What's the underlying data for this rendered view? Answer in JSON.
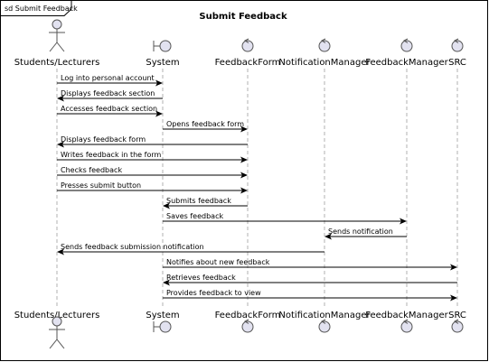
{
  "diagram": {
    "frame_label": "sd Submit Feedback",
    "title": "Submit Feedback",
    "colors": {
      "participant_fill": "#e2e2f0",
      "participant_stroke": "#555555",
      "lifeline": "#b0b0b0",
      "message_line": "#000000"
    },
    "participants": [
      {
        "id": "students",
        "name": "Students/Lecturers",
        "shape": "actor"
      },
      {
        "id": "system",
        "name": "System",
        "shape": "boundary"
      },
      {
        "id": "feedbackform",
        "name": "FeedbackForm",
        "shape": "control"
      },
      {
        "id": "notificationmanager",
        "name": "NotificationManager",
        "shape": "control"
      },
      {
        "id": "feedbackmanager",
        "name": "FeedbackManager",
        "shape": "control"
      },
      {
        "id": "src",
        "name": "SRC",
        "shape": "control"
      }
    ],
    "messages": [
      {
        "from": "students",
        "to": "system",
        "label": "Log into personal account"
      },
      {
        "from": "system",
        "to": "students",
        "label": "Displays feedback section"
      },
      {
        "from": "students",
        "to": "system",
        "label": "Accesses feedback section"
      },
      {
        "from": "system",
        "to": "feedbackform",
        "label": "Opens feedback form"
      },
      {
        "from": "feedbackform",
        "to": "students",
        "label": "Displays feedback form"
      },
      {
        "from": "students",
        "to": "feedbackform",
        "label": "Writes feedback in the form"
      },
      {
        "from": "students",
        "to": "feedbackform",
        "label": "Checks feedback"
      },
      {
        "from": "students",
        "to": "feedbackform",
        "label": "Presses submit button"
      },
      {
        "from": "feedbackform",
        "to": "system",
        "label": "Submits feedback"
      },
      {
        "from": "system",
        "to": "feedbackmanager",
        "label": "Saves feedback"
      },
      {
        "from": "feedbackmanager",
        "to": "notificationmanager",
        "label": "Sends notification"
      },
      {
        "from": "notificationmanager",
        "to": "students",
        "label": "Sends feedback submission notification"
      },
      {
        "from": "system",
        "to": "src",
        "label": "Notifies about new feedback"
      },
      {
        "from": "src",
        "to": "system",
        "label": "Retrieves feedback"
      },
      {
        "from": "system",
        "to": "src",
        "label": "Provides feedback to view"
      }
    ]
  }
}
